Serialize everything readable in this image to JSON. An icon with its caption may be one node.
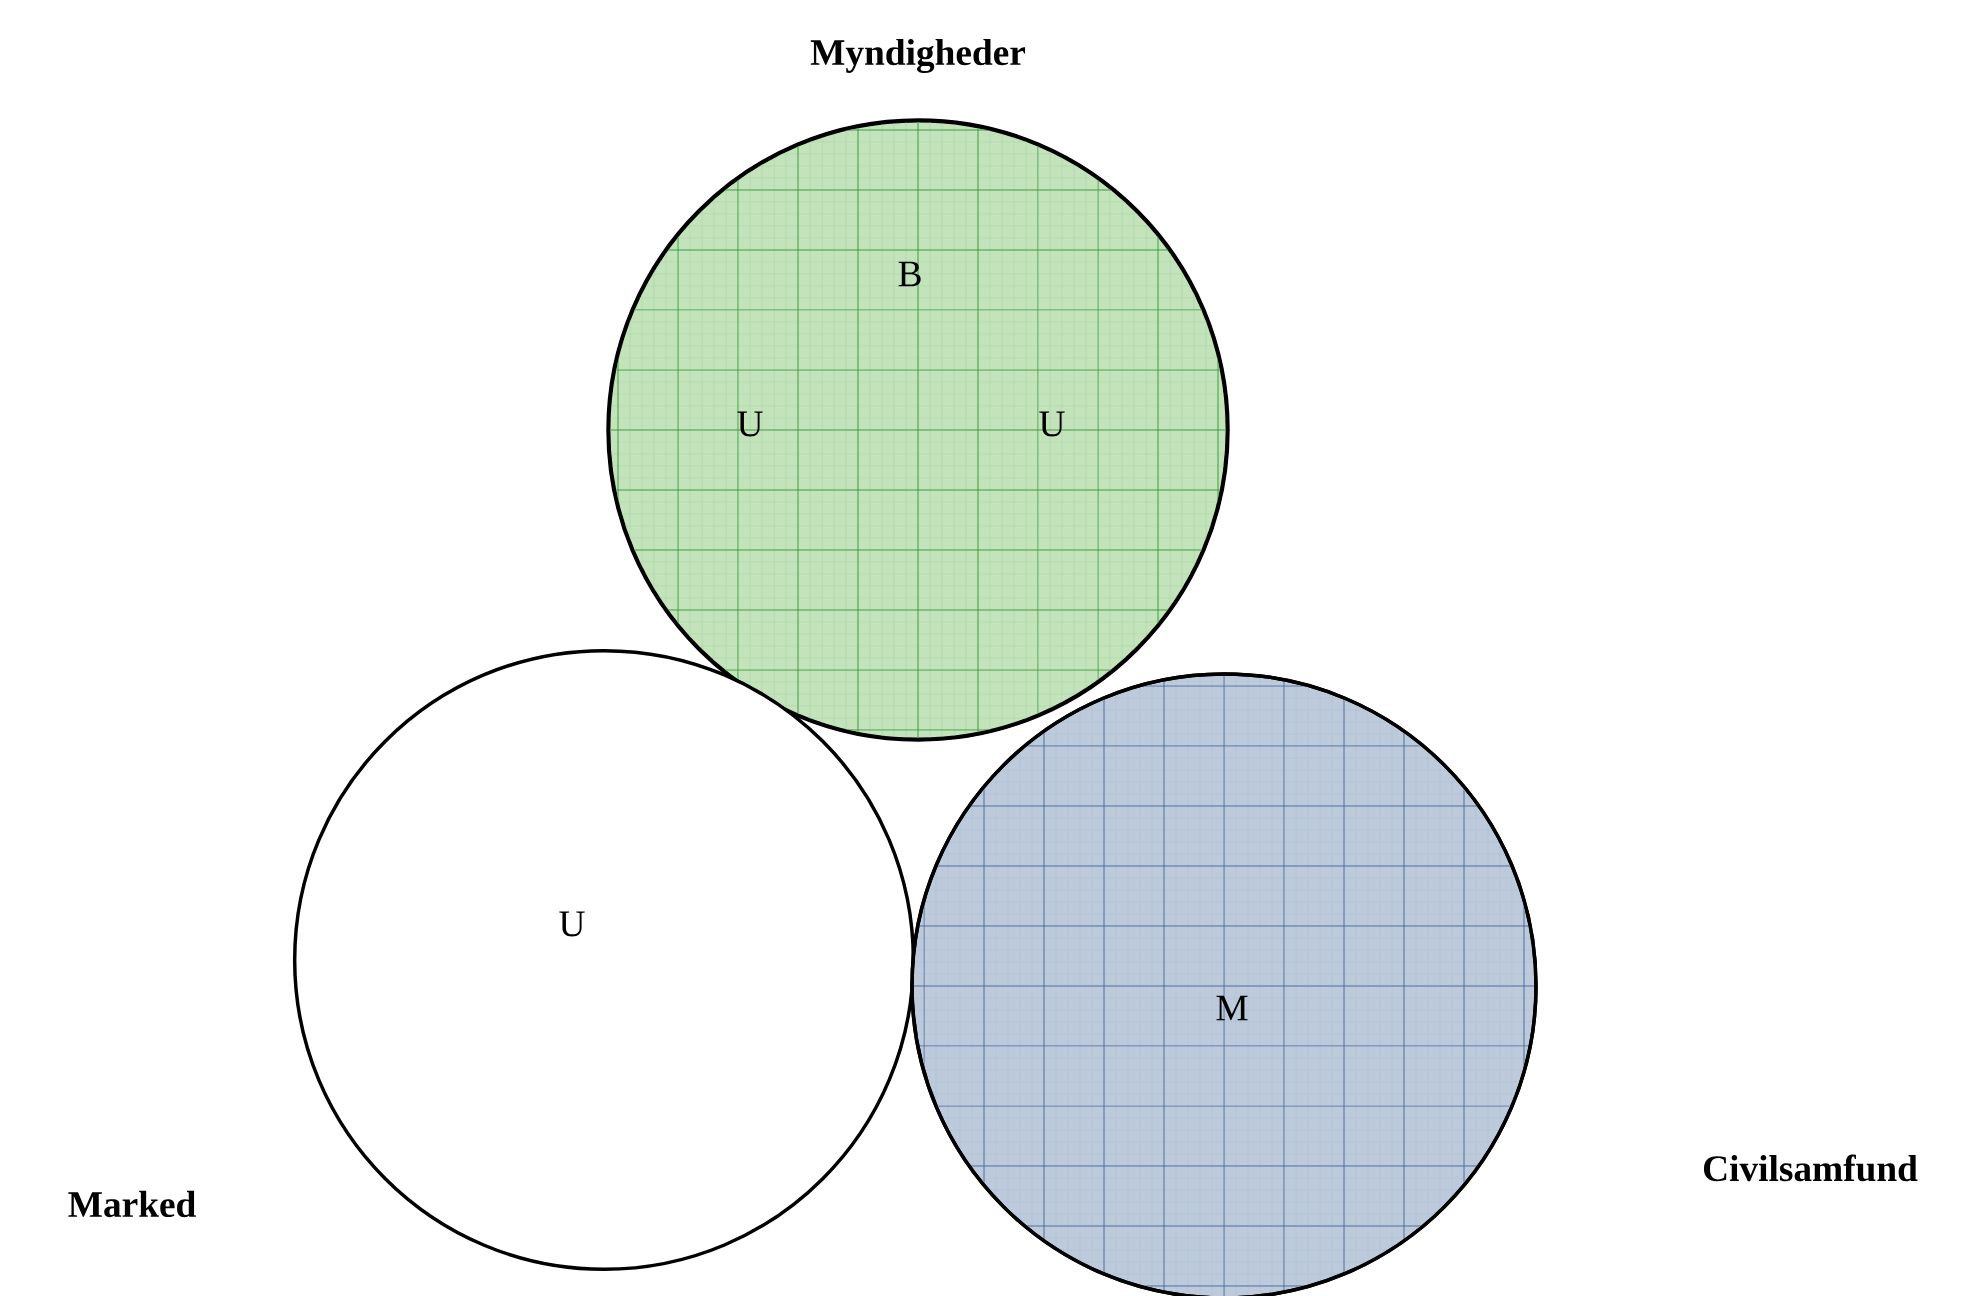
{
  "diagram": {
    "nodes": [
      {
        "text": [
          "Myndigheder",
          "B",
          "U",
          "U"
        ]
      },
      {
        "text": [
          "Marked",
          "U"
        ]
      },
      {
        "text": [
          "Civilsamfund",
          "M"
        ]
      }
    ]
  }
}
